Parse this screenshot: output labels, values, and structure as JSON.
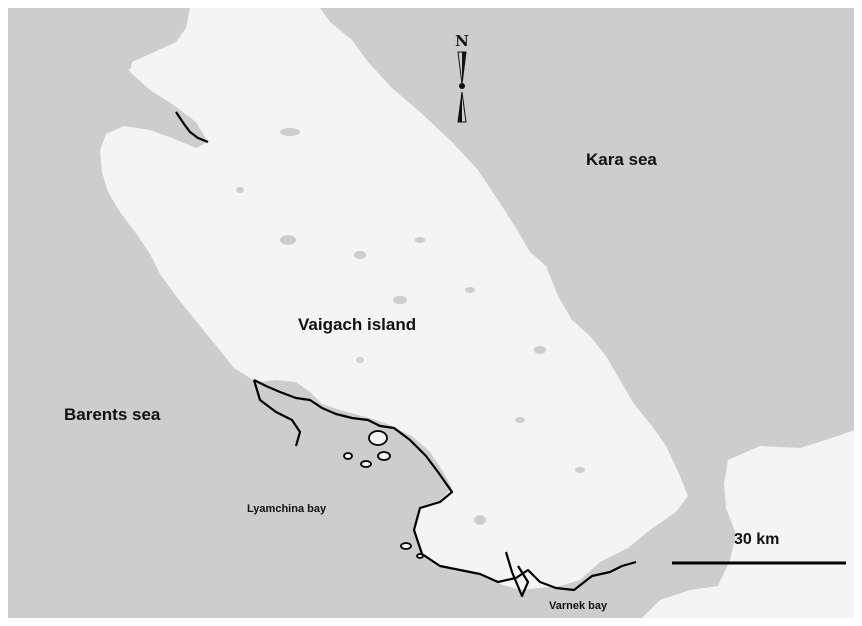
{
  "map": {
    "labels": {
      "kara_sea": "Kara sea",
      "barents_sea": "Barents sea",
      "island": "Vaigach island",
      "lyamchina_bay": "Lyamchina bay",
      "varnek_bay": "Varnek bay"
    },
    "compass": {
      "letter": "N"
    },
    "scale_bar": {
      "label": "30 km"
    },
    "colors": {
      "sea": "#cdcdcd",
      "land": "#f4f4f4",
      "coastline_highlight": "#000000",
      "frame": "#ffffff"
    }
  }
}
